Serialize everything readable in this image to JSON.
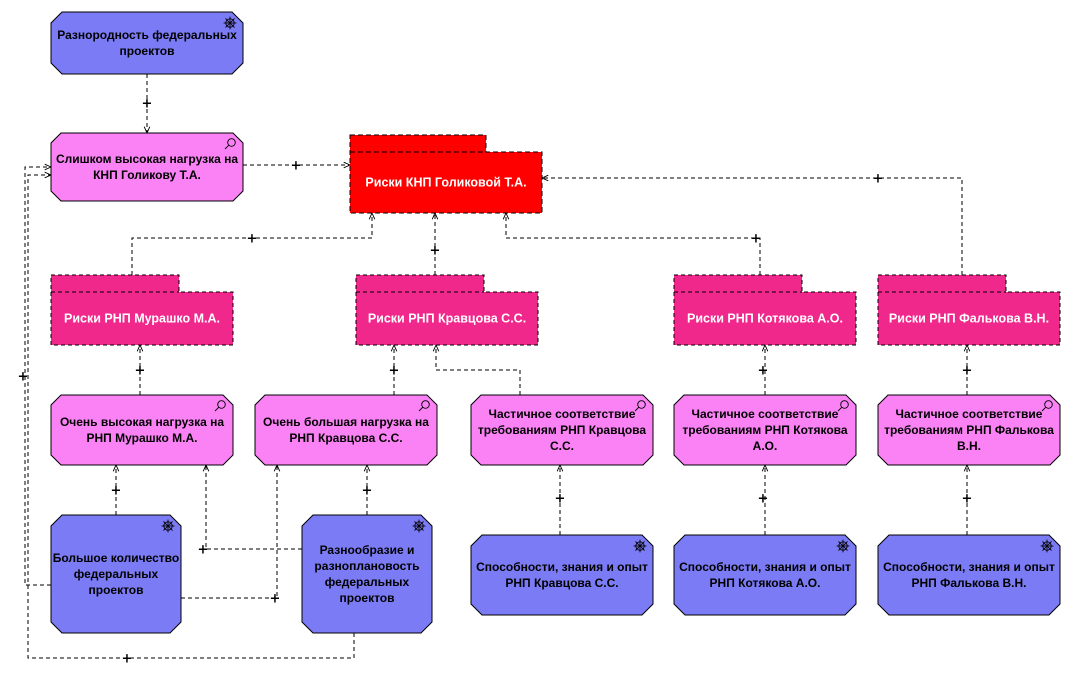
{
  "colors": {
    "driver": "#7b7bf5",
    "assessment": "#fa82f5",
    "risk_main": "#ff0000",
    "risk_sub": "#f0288c",
    "line": "#000000"
  },
  "nodes": [
    {
      "id": "n1",
      "kind": "driver",
      "lines": [
        "Разнородность федеральных",
        "проектов"
      ]
    },
    {
      "id": "n2",
      "kind": "assessment",
      "lines": [
        "Слишком высокая нагрузка на",
        "КНП Голикову Т.А."
      ]
    },
    {
      "id": "n3",
      "kind": "risk_main",
      "lines": [
        "Риски КНП Голиковой Т.А."
      ]
    },
    {
      "id": "n4",
      "kind": "risk_sub",
      "lines": [
        "Риски РНП Мурашко М.А."
      ]
    },
    {
      "id": "n5",
      "kind": "risk_sub",
      "lines": [
        "Риски РНП Кравцова С.С."
      ]
    },
    {
      "id": "n6",
      "kind": "risk_sub",
      "lines": [
        "Риски РНП Котякова А.О."
      ]
    },
    {
      "id": "n7",
      "kind": "risk_sub",
      "lines": [
        "Риски РНП Фалькова В.Н."
      ]
    },
    {
      "id": "n8",
      "kind": "assessment",
      "lines": [
        "Очень высокая нагрузка на",
        "РНП Мурашко М.А."
      ]
    },
    {
      "id": "n9",
      "kind": "assessment",
      "lines": [
        "Очень большая нагрузка на",
        "РНП Кравцова С.С."
      ]
    },
    {
      "id": "n10",
      "kind": "assessment",
      "lines": [
        "Частичное соответствие",
        "требованиям РНП Кравцова",
        "С.С."
      ]
    },
    {
      "id": "n11",
      "kind": "assessment",
      "lines": [
        "Частичное соответствие",
        "требованиям РНП Котякова",
        "А.О."
      ]
    },
    {
      "id": "n12",
      "kind": "assessment",
      "lines": [
        "Частичное соответствие",
        "требованиям РНП Фалькова",
        "В.Н."
      ]
    },
    {
      "id": "n13",
      "kind": "driver",
      "lines": [
        "Большое количество",
        "федеральных",
        "проектов"
      ]
    },
    {
      "id": "n14",
      "kind": "driver",
      "lines": [
        "Разнообразие и",
        "разноплановость",
        "федеральных",
        "проектов"
      ]
    },
    {
      "id": "n15",
      "kind": "driver",
      "lines": [
        "Способности, знания и опыт",
        "РНП Кравцова С.С."
      ]
    },
    {
      "id": "n16",
      "kind": "driver",
      "lines": [
        "Способности, знания и опыт",
        "РНП Котякова А.О."
      ]
    },
    {
      "id": "n17",
      "kind": "driver",
      "lines": [
        "Способности, знания и опыт",
        "РНП Фалькова В.Н."
      ]
    }
  ],
  "connections": [
    {
      "from": "n1",
      "to": "n2",
      "label": "+"
    },
    {
      "from": "n2",
      "to": "n3",
      "label": "+"
    },
    {
      "from": "n4",
      "to": "n3",
      "label": "+"
    },
    {
      "from": "n5",
      "to": "n3",
      "label": "+"
    },
    {
      "from": "n6",
      "to": "n3",
      "label": "+"
    },
    {
      "from": "n7",
      "to": "n3",
      "label": "+"
    },
    {
      "from": "n8",
      "to": "n4",
      "label": "+"
    },
    {
      "from": "n9",
      "to": "n5",
      "label": "+"
    },
    {
      "from": "n10",
      "to": "n5",
      "label": ""
    },
    {
      "from": "n11",
      "to": "n6",
      "label": "+"
    },
    {
      "from": "n12",
      "to": "n7",
      "label": "+"
    },
    {
      "from": "n13",
      "to": "n8",
      "label": "+"
    },
    {
      "from": "n14",
      "to": "n9",
      "label": "+"
    },
    {
      "from": "n15",
      "to": "n10",
      "label": "+"
    },
    {
      "from": "n16",
      "to": "n11",
      "label": "+"
    },
    {
      "from": "n17",
      "to": "n12",
      "label": "+"
    },
    {
      "from": "n14",
      "to": "n8",
      "label": "+"
    },
    {
      "from": "n13",
      "to": "n9",
      "label": "+"
    },
    {
      "from": "n13",
      "to": "n2",
      "label": "+"
    },
    {
      "from": "n14",
      "to": "n2",
      "label": "+"
    }
  ]
}
